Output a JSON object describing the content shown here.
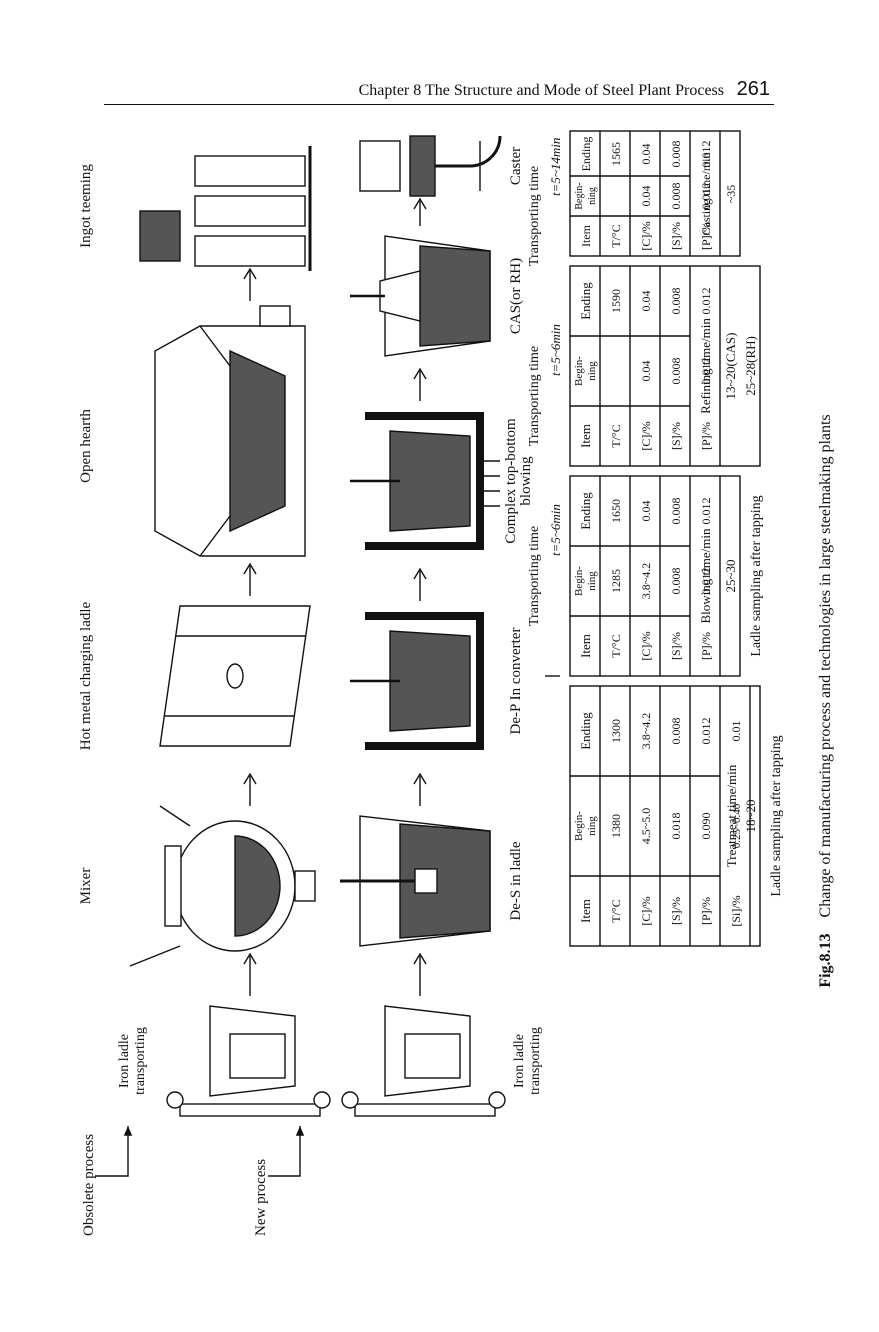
{
  "header": {
    "chapter": "Chapter 8   The Structure and Mode of Steel Plant Process",
    "page": "261"
  },
  "figure": {
    "caption_label": "Fig.8.13",
    "caption_text": "Change of manufacturing process and technologies in large steelmaking plants",
    "obsolete_label": "Obsolete process",
    "new_label": "New process",
    "obsolete_units": {
      "iron_ladle_1": "Iron ladle",
      "iron_ladle_2": "transporting",
      "mixer": "Mixer",
      "hot_metal_ladle": "Hot metal charging ladle",
      "open_hearth": "Open hearth",
      "ingot": "Ingot teeming"
    },
    "new_units": {
      "iron_ladle_1": "Iron ladle",
      "iron_ladle_2": "transporting",
      "de_s": "De-S in ladle",
      "de_p": "De-P In converter",
      "complex_1": "Complex top-bottom",
      "complex_2": "blowing",
      "cas": "CAS(or RH)",
      "caster": "Caster"
    },
    "transport": {
      "t1_label": "Transporting time",
      "t1_value": "t=5~6min",
      "t2_label": "Transporting time",
      "t2_value": "t=5~6min",
      "t3_label": "Transporting time",
      "t3_value": "t=5~14min"
    },
    "sampling": {
      "s1": "Ladle sampling after tapping",
      "s2": "Ladle sampling after tapping"
    },
    "tables": {
      "depb": {
        "h_item": "Item",
        "h_begin1": "Begin-",
        "h_begin2": "ning",
        "h_end": "Ending",
        "rows": [
          {
            "item": "T/°C",
            "begin": "1380",
            "end": "1300"
          },
          {
            "item": "[C]/%",
            "begin": "4.5~5.0",
            "end": "3.8~4.2"
          },
          {
            "item": "[S]/%",
            "begin": "0.018",
            "end": "0.008"
          },
          {
            "item": "[P]/%",
            "begin": "0.090",
            "end": "0.012"
          },
          {
            "item": "[Si]/%",
            "begin": "0.25~0.40",
            "end": "0.01"
          }
        ],
        "foot_label": "Treatmeat time/min",
        "foot_value": "18~20"
      },
      "blow": {
        "h_item": "Item",
        "h_begin1": "Begin-",
        "h_begin2": "ning",
        "h_end": "Ending",
        "rows": [
          {
            "item": "T/°C",
            "begin": "1285",
            "end": "1650"
          },
          {
            "item": "[C]/%",
            "begin": "3.8~4.2",
            "end": "0.04"
          },
          {
            "item": "[S]/%",
            "begin": "0.008",
            "end": "0.008"
          },
          {
            "item": "[P]/%",
            "begin": "0.012",
            "end": "0.012"
          }
        ],
        "foot_label": "Blowing time/min",
        "foot_value": "25~30"
      },
      "cas": {
        "h_item": "Item",
        "h_begin1": "Begin-",
        "h_begin2": "ning",
        "h_end": "Ending",
        "rows": [
          {
            "item": "T/°C",
            "begin": "",
            "end": "1590"
          },
          {
            "item": "[C]/%",
            "begin": "0.04",
            "end": "0.04"
          },
          {
            "item": "[S]/%",
            "begin": "0.008",
            "end": "0.008"
          },
          {
            "item": "[P]/%",
            "begin": "0.012",
            "end": "0.012"
          }
        ],
        "foot_label": "Refining time/min",
        "foot_value": "13~20(CAS)",
        "foot_value2": "25~28(RH)"
      },
      "caster": {
        "h_item": "Item",
        "h_begin1": "Begin-",
        "h_begin2": "ning",
        "h_end": "Ending",
        "rows": [
          {
            "item": "T/°C",
            "begin": "",
            "end": "1565"
          },
          {
            "item": "[C]/%",
            "begin": "0.04",
            "end": "0.04"
          },
          {
            "item": "[S]/%",
            "begin": "0.008",
            "end": "0.008"
          },
          {
            "item": "[P]/%",
            "begin": "0.012",
            "end": "0.012"
          }
        ],
        "foot_label": "Casting time/min",
        "foot_value": "~35"
      }
    }
  }
}
